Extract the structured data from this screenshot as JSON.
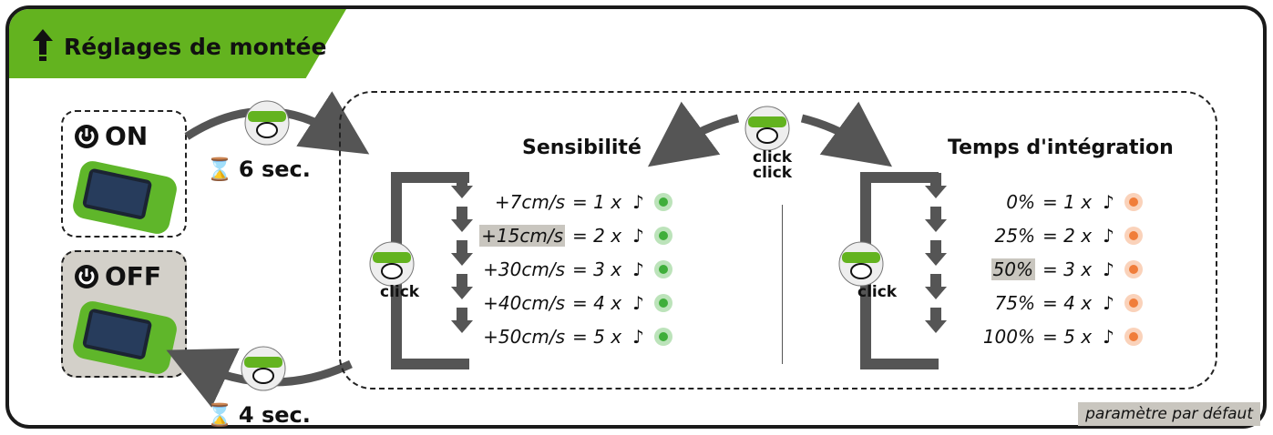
{
  "title": "Réglages de montée",
  "states": {
    "on_label": "ON",
    "off_label": "OFF",
    "on_timer": "6 sec.",
    "off_timer": "4 sec."
  },
  "sensitivity": {
    "title": "Sensibilité",
    "click": "click",
    "rows": [
      {
        "value": "+7cm/s",
        "times": "= 1 x"
      },
      {
        "value": "+15cm/s",
        "times": "= 2 x",
        "default": true
      },
      {
        "value": "+30cm/s",
        "times": "= 3 x"
      },
      {
        "value": "+40cm/s",
        "times": "= 4 x"
      },
      {
        "value": "+50cm/s",
        "times": "= 5 x"
      }
    ]
  },
  "integration": {
    "title": "Temps d'intégration",
    "click": "click",
    "rows": [
      {
        "value": "0%",
        "times": "= 1 x"
      },
      {
        "value": "25%",
        "times": "= 2 x"
      },
      {
        "value": "50%",
        "times": "= 3 x",
        "default": true
      },
      {
        "value": "75%",
        "times": "= 4 x"
      },
      {
        "value": "100%",
        "times": "= 5 x"
      }
    ]
  },
  "switch_label_1": "click",
  "switch_label_2": "click",
  "default_note": "paramètre par défaut",
  "colors": {
    "brand_green": "#63b31f",
    "led_green": "#3fae3a",
    "led_orange": "#f07d3a",
    "default_highlight": "#c9c6bf",
    "arrow_gray": "#555555"
  },
  "icons": [
    "up-arrow-icon",
    "power-icon",
    "hourglass-icon",
    "button-press-icon",
    "music-note-icon",
    "green-led-icon",
    "orange-led-icon",
    "device-icon"
  ]
}
